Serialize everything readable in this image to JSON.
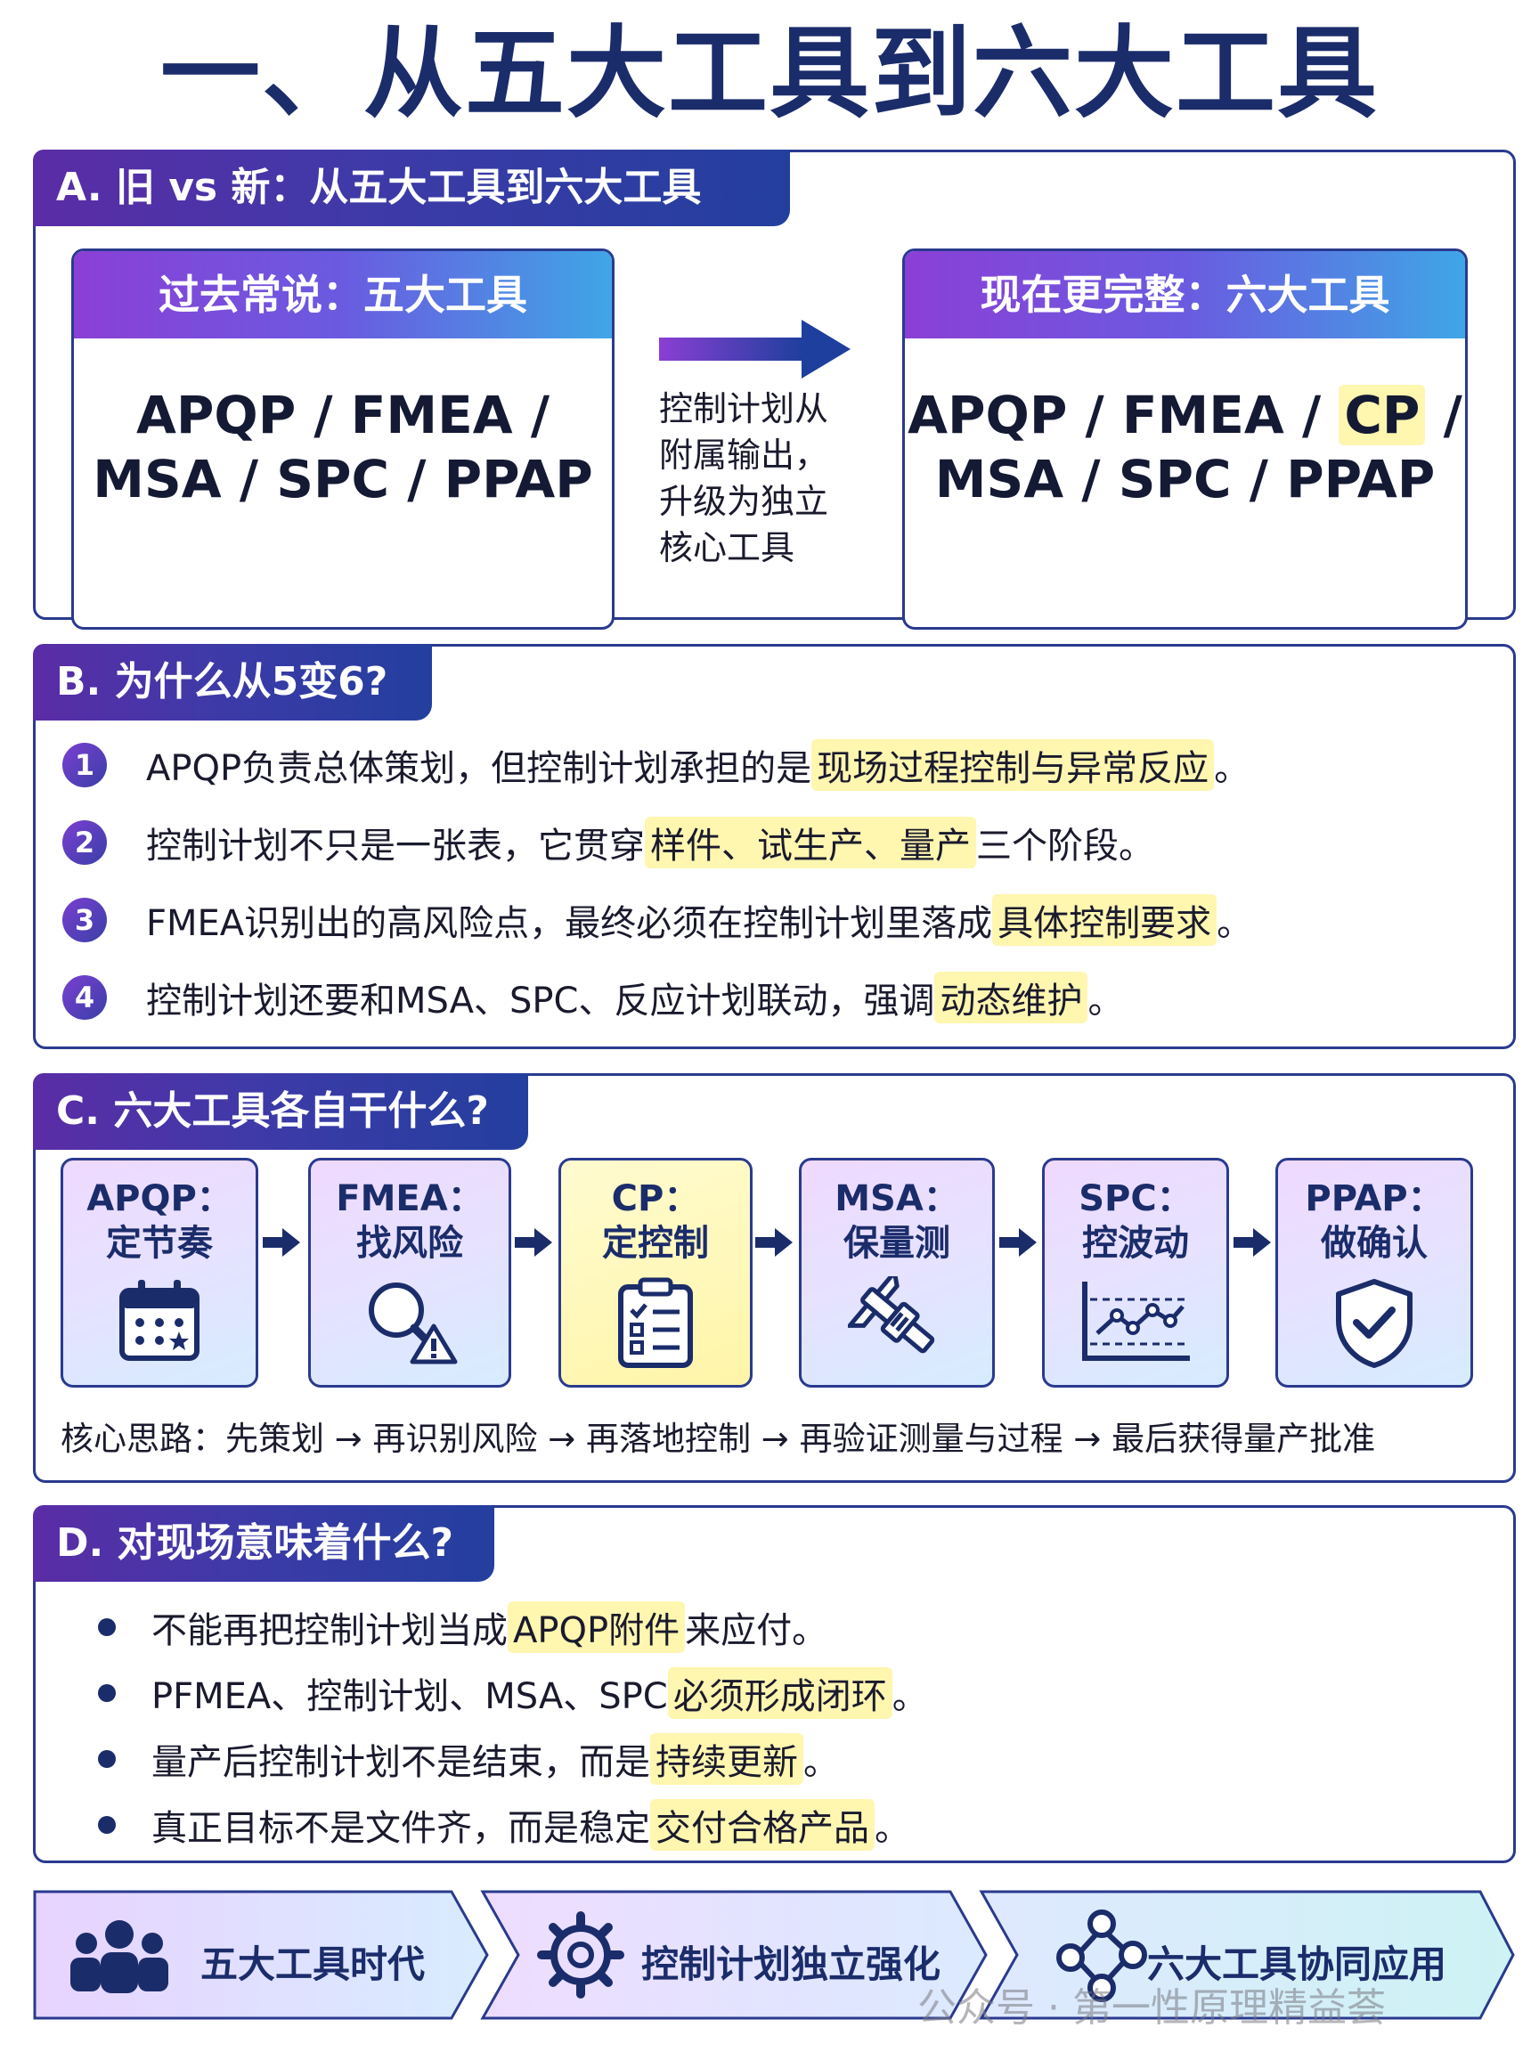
{
  "title": "一、从五大工具到六大工具",
  "sectionA": {
    "header": "A. 旧 vs 新：从五大工具到六大工具",
    "old": {
      "head": "过去常说：五大工具",
      "line1": "APQP / FMEA /",
      "line2": "MSA / SPC / PPAP"
    },
    "middle": [
      "控制计划从",
      "附属输出，",
      "升级为独立",
      "核心工具"
    ],
    "new": {
      "head": "现在更完整：六大工具",
      "line1_pre": "APQP / FMEA / ",
      "line1_hl": "CP",
      "line1_post": " /",
      "line2": "MSA / SPC / PPAP"
    }
  },
  "sectionB": {
    "header": "B. 为什么从5变6?",
    "items": [
      {
        "num": "1",
        "pre": "APQP负责总体策划，但控制计划承担的是",
        "hl": "现场过程控制与异常反应",
        "post": "。"
      },
      {
        "num": "2",
        "pre": "控制计划不只是一张表，它贯穿",
        "hl": "样件、试生产、量产",
        "post": "三个阶段。"
      },
      {
        "num": "3",
        "pre": "FMEA识别出的高风险点，最终必须在控制计划里落成",
        "hl": "具体控制要求",
        "post": "。"
      },
      {
        "num": "4",
        "pre": "控制计划还要和MSA、SPC、反应计划联动，强调",
        "hl": "动态维护",
        "post": "。"
      }
    ]
  },
  "sectionC": {
    "header": "C. 六大工具各自干什么?",
    "steps": [
      {
        "t1": "APQP：",
        "t2": "定节奏",
        "icon": "calendar-icon"
      },
      {
        "t1": "FMEA：",
        "t2": "找风险",
        "icon": "magnifier-warning-icon"
      },
      {
        "t1": "CP：",
        "t2": "定控制",
        "icon": "clipboard-checklist-icon"
      },
      {
        "t1": "MSA：",
        "t2": "保量测",
        "icon": "caliper-icon"
      },
      {
        "t1": "SPC：",
        "t2": "控波动",
        "icon": "control-chart-icon"
      },
      {
        "t1": "PPAP：",
        "t2": "做确认",
        "icon": "shield-check-icon"
      }
    ],
    "core": "核心思路：先策划 → 再识别风险 → 再落地控制 → 再验证测量与过程 → 最后获得量产批准"
  },
  "sectionD": {
    "header": "D. 对现场意味着什么?",
    "items": [
      {
        "pre": "不能再把控制计划当成",
        "hl": "APQP附件",
        "post": "来应付。"
      },
      {
        "pre": "PFMEA、控制计划、MSA、SPC",
        "hl": "必须形成闭环",
        "post": "。"
      },
      {
        "pre": "量产后控制计划不是结束，而是",
        "hl": "持续更新",
        "post": "。"
      },
      {
        "pre": "真正目标不是文件齐，而是稳定",
        "hl": "交付合格产品",
        "post": "。"
      }
    ]
  },
  "banner": [
    "五大工具时代",
    "控制计划独立强化",
    "六大工具协同应用"
  ],
  "watermark": "公众号 · 第一性原理精益荟",
  "colors": {
    "navy": "#1b2c6b",
    "purple": "#5b2ca6",
    "highlight": "#fff6b0"
  }
}
